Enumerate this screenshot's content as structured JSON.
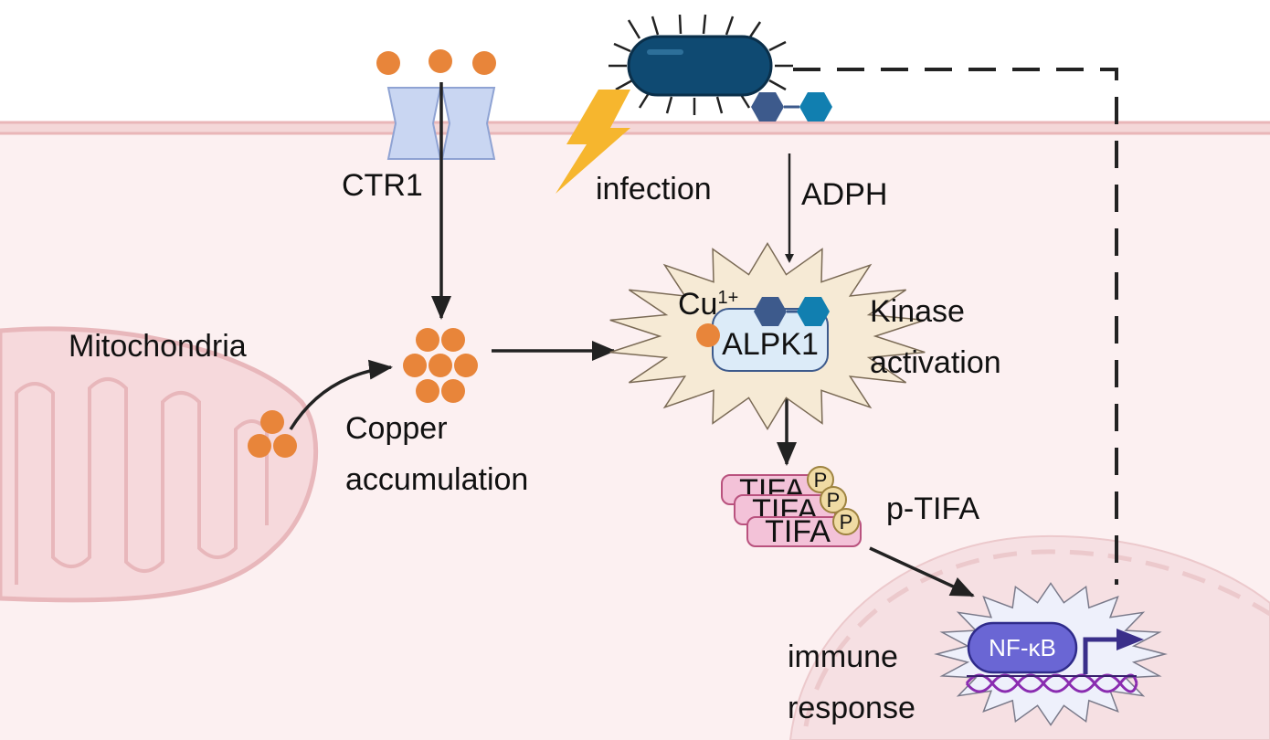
{
  "labels": {
    "ctr1": "CTR1",
    "infection": "infection",
    "adph": "ADPH",
    "mitochondria": "Mitochondria",
    "copper_line1": "Copper",
    "copper_line2": "accumulation",
    "cu_base": "Cu",
    "cu_charge": "1+",
    "alpk1": "ALPK1",
    "kinase_line1": "Kinase",
    "kinase_line2": "activation",
    "tifa": "TIFA",
    "phospho": "P",
    "p_tifa": "p-TIFA",
    "nfkb": "NF-κB",
    "immune_line1": "immune",
    "immune_line2": "response"
  },
  "colors": {
    "copper": "#e8853a",
    "cytoplasm": "#fcf0f1",
    "membrane": "#e9b6b8",
    "bacterium": "#0f4a72",
    "adph_dark": "#3d5a8c",
    "adph_light": "#117fb0",
    "burst": "#f6ead5",
    "alpk1_box": "#dcebf8",
    "tifa": "#f3c2d8",
    "phospho": "#f0dba4",
    "nfkb": "#6a66d4",
    "dna": "#8a2cb0",
    "lightning": "#f6b62e",
    "arrow": "#222222"
  },
  "icons": [
    "copper-ion-icon",
    "ctr1-transporter-icon",
    "bacterium-icon",
    "lightning-icon",
    "adph-molecule-icon",
    "mitochondrion-icon",
    "alpk1-protein-icon",
    "tifa-protein-icon",
    "nfkb-icon",
    "dna-icon"
  ]
}
